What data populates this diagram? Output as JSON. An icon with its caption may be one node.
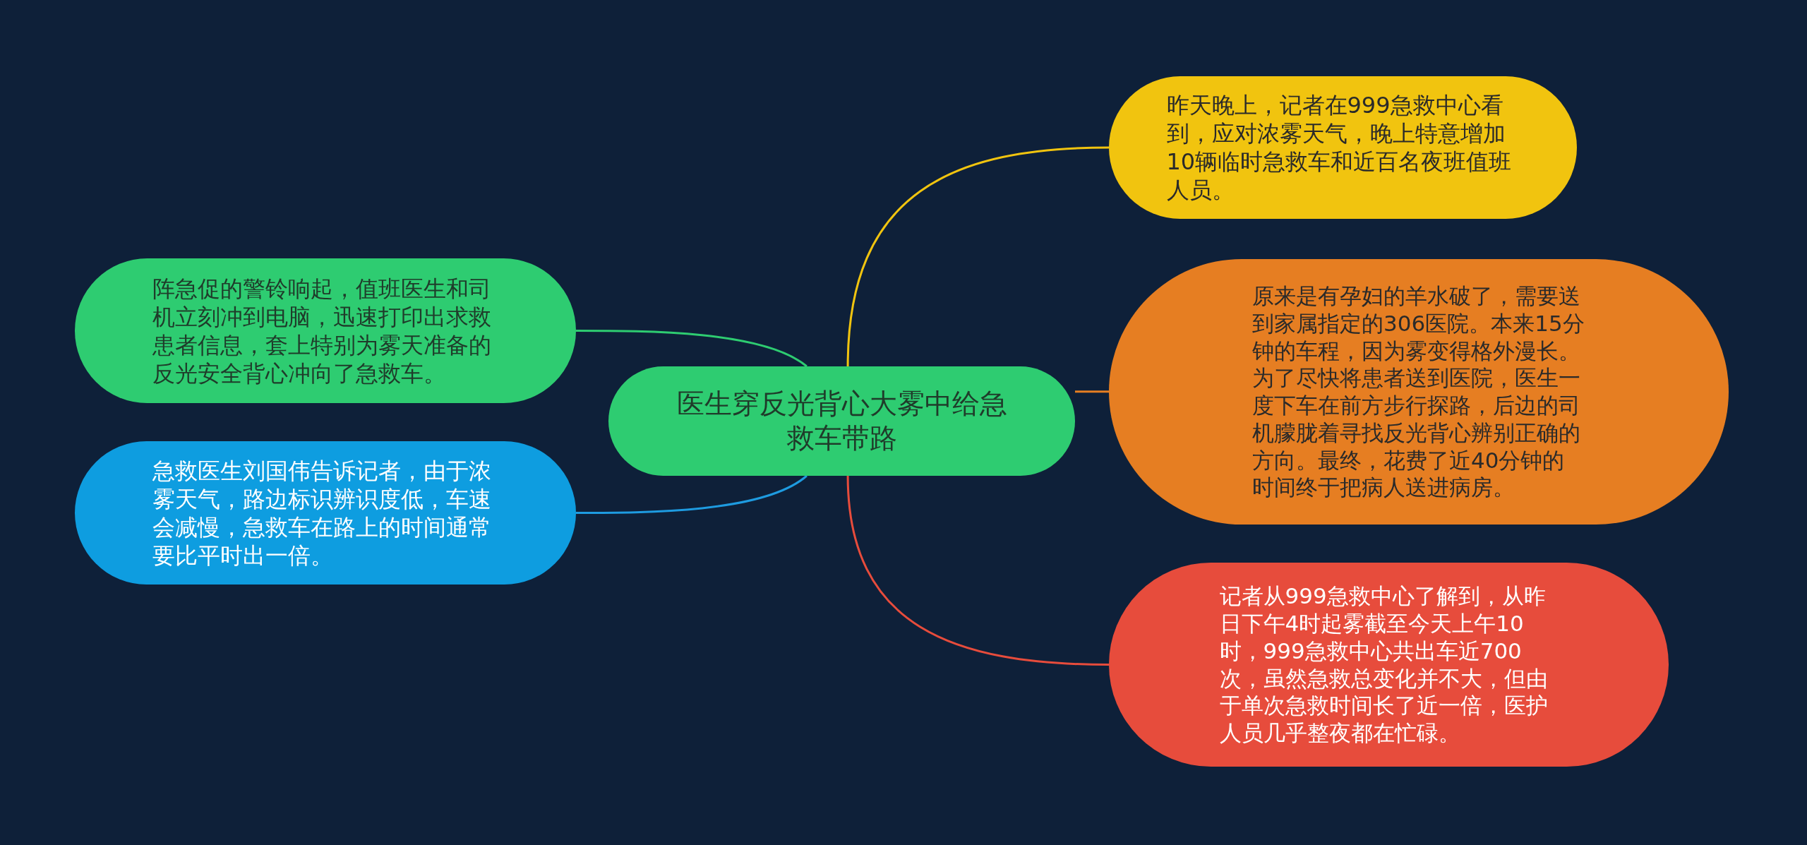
{
  "diagram": {
    "nodes": [
      {
        "text": [
          "医生穿反光背心大雾中给急救车带路"
        ]
      },
      {
        "text": [
          "阵急促的警铃响起，值班医生和司机立刻冲到电脑，迅速打印出求救患者信息，套上特别为雾天准备的反光安全背心冲向了急救车。"
        ]
      },
      {
        "text": [
          "急救医生刘国伟告诉记者，由于浓雾天气，路边标识辨识度低，车速会减慢，急救车在路上的时间通常要比平时出一倍。"
        ]
      },
      {
        "text": [
          "昨天晚上，记者在999急救中心看到，应对浓雾天气，晚上特意增加10辆临时急救车和近百名夜班值班人员。"
        ]
      },
      {
        "text": [
          "原来是有孕妇的羊水破了，需要送到家属指定的306医院。本来15分钟的车程，因为雾变得格外漫长。为了尽快将患者送到医院，医生一度下车在前方步行探路，后边的司机朦胧着寻找反光背心辨别正确的方向。最终，花费了近40分钟的时间终于把病人送进病房。"
        ]
      },
      {
        "text": [
          "记者从999急救中心了解到，从昨日下午4时起雾截至今天上午10时，999急救中心共出车近700次，虽然急救总变化并不大，但由于单次急救时间长了近一倍，医护人员几乎整夜都在忙碌。"
        ]
      }
    ],
    "edges": [
      {
        "from": 0,
        "to": 1,
        "arrow": "none",
        "color": "#2ecc71"
      },
      {
        "from": 0,
        "to": 2,
        "arrow": "none",
        "color": "#1e9be0"
      },
      {
        "from": 0,
        "to": 3,
        "arrow": "none",
        "color": "#f1c40f"
      },
      {
        "from": 0,
        "to": 4,
        "arrow": "none",
        "color": "#e67e22"
      },
      {
        "from": 0,
        "to": 5,
        "arrow": "none",
        "color": "#e74c3c"
      }
    ]
  }
}
